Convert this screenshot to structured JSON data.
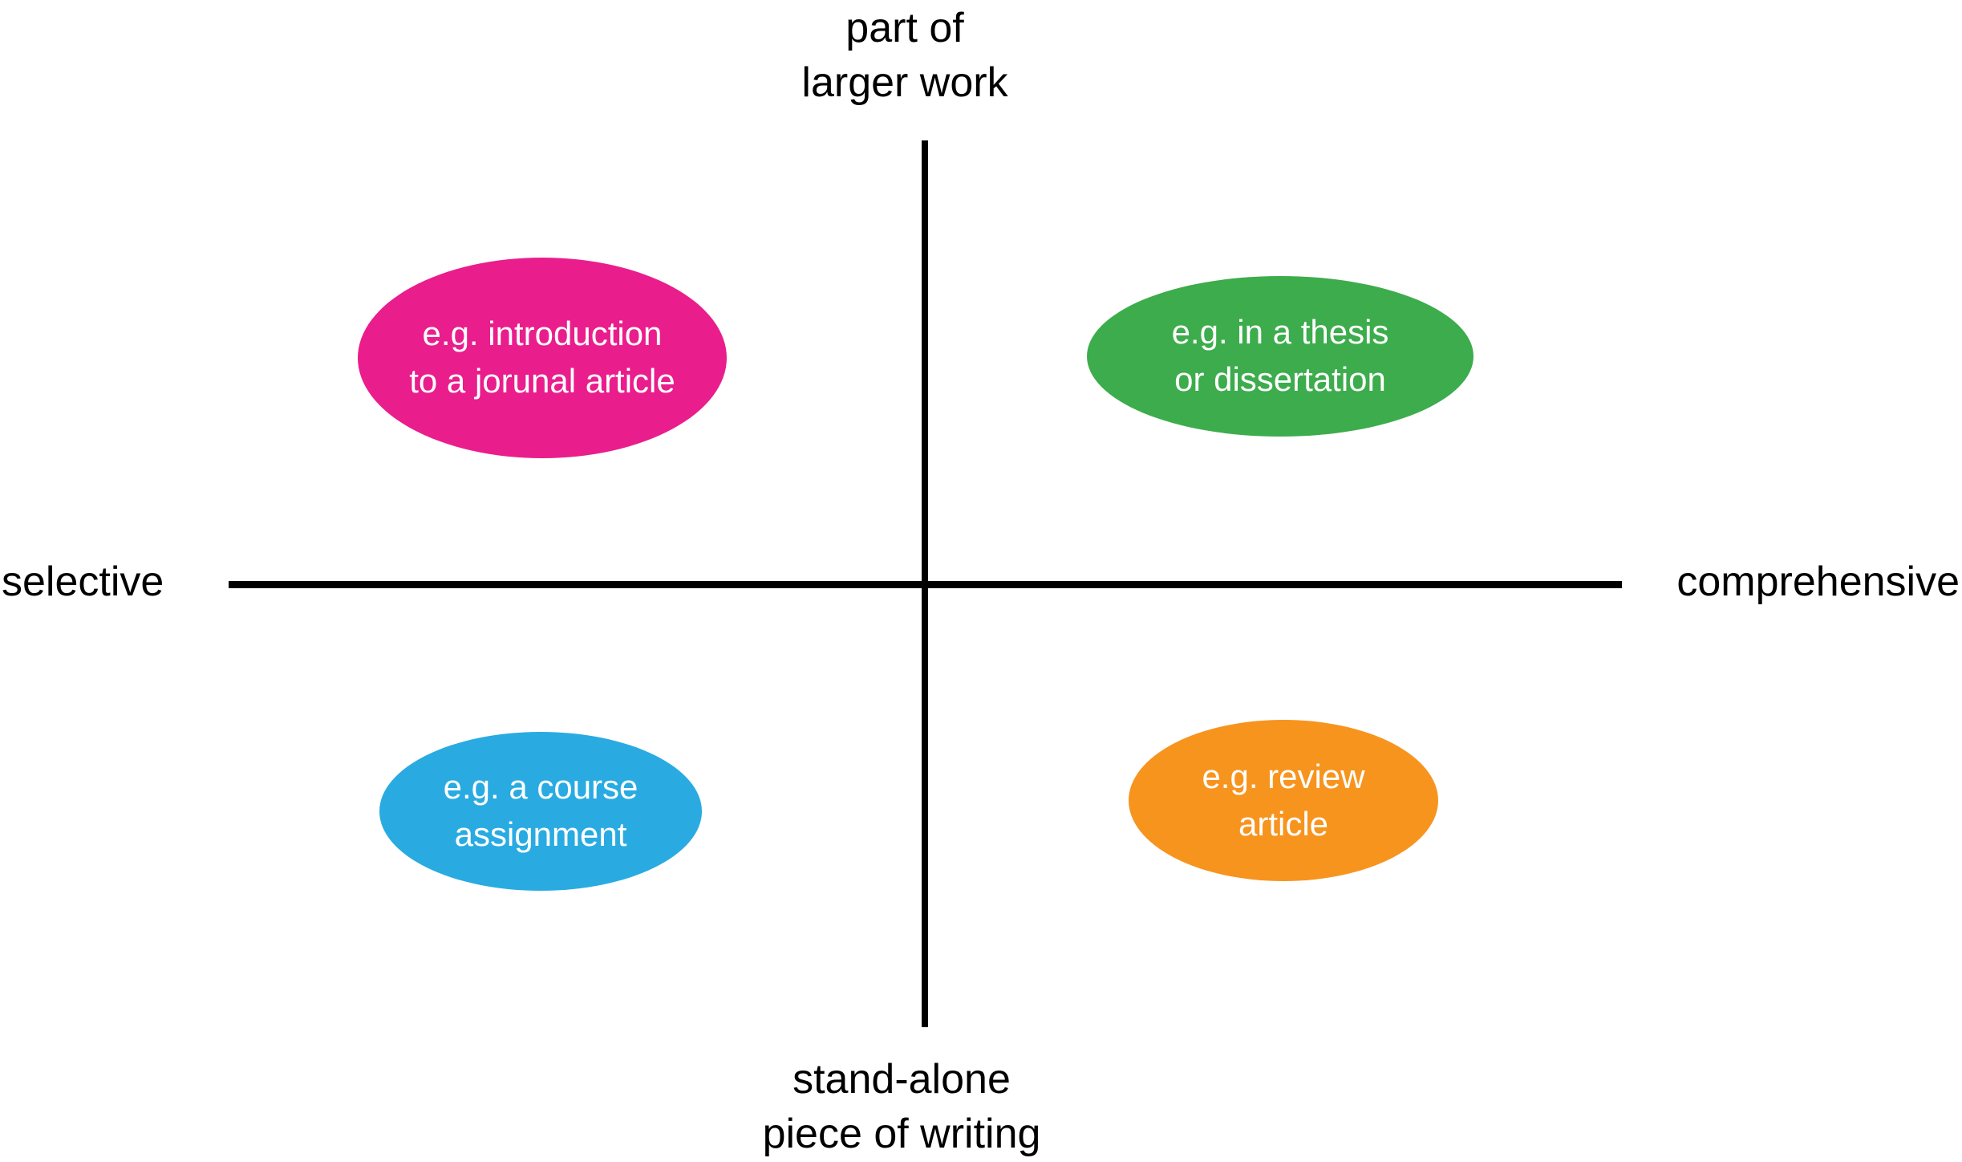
{
  "axes": {
    "top_label": "part of\nlarger work",
    "bottom_label": "stand-alone\npiece of writing",
    "left_label": "selective",
    "right_label": "comprehensive",
    "line_color": "#000000"
  },
  "ellipses": [
    {
      "position": "top-left",
      "label": "e.g. introduction\nto a jorunal article",
      "color": "#EA1D8D",
      "text_color": "#FFFFFF"
    },
    {
      "position": "top-right",
      "label": "e.g. in a thesis\nor dissertation",
      "color": "#3CAC4C",
      "text_color": "#FFFFFF"
    },
    {
      "position": "bottom-left",
      "label": "e.g. a course\nassignment",
      "color": "#29ABE2",
      "text_color": "#FFFFFF"
    },
    {
      "position": "bottom-right",
      "label": "e.g. review\narticle",
      "color": "#F7941E",
      "text_color": "#FFFFFF"
    }
  ]
}
